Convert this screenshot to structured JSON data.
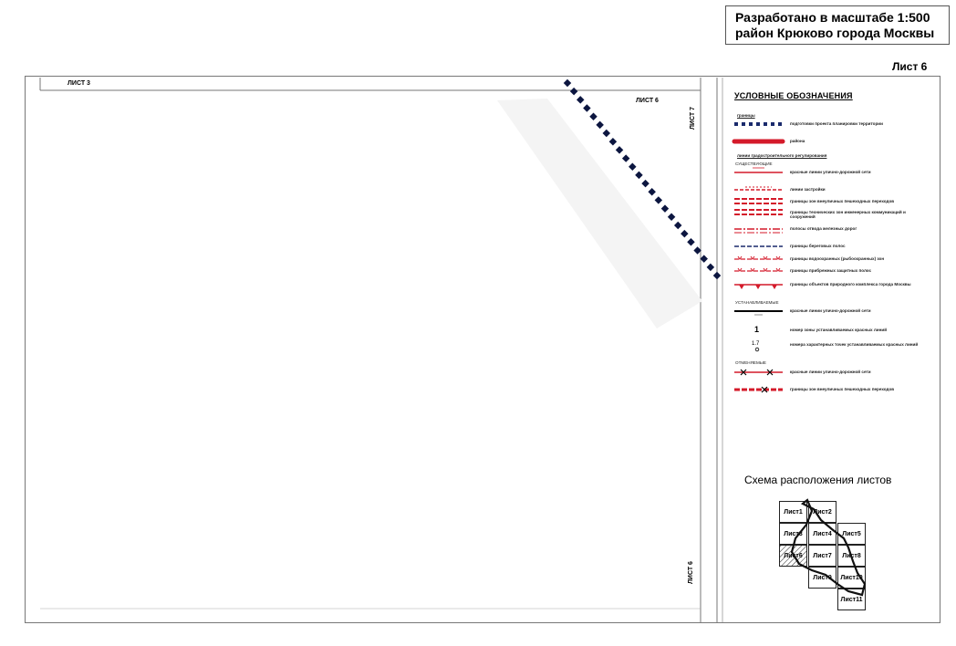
{
  "title": {
    "line1": "Разработано в масштабе 1:500",
    "line2": "район Крюково города Москвы"
  },
  "sheet_label": "Лист 6",
  "map": {
    "sheet_refs": {
      "top_left": "ЛИСТ 3",
      "top_right": "ЛИСТ 6",
      "right_top": "ЛИСТ 7",
      "right_bottom": "ЛИСТ 6"
    }
  },
  "legend": {
    "title": "УСЛОВНЫЕ ОБОЗНАЧЕНИЯ",
    "section_borders": "границы",
    "items": [
      {
        "key": "survey-boundary",
        "label": "подготовки проекта планировки территории",
        "color": "#1a2a6c",
        "style": "dotted-blue"
      },
      {
        "key": "district",
        "label": "района",
        "color": "#d41a2a",
        "style": "thick-red"
      },
      {
        "key": "section_regulation",
        "label": "линии градостроительного регулирования",
        "style": "header"
      },
      {
        "key": "existing_caption",
        "label": "СУЩЕСТВУЮЩИЕ",
        "style": "caption"
      },
      {
        "key": "red-lines",
        "label": "красные линии улично-дорожной сети",
        "color": "#d41a2a",
        "style": "red-line"
      },
      {
        "key": "building-lines",
        "label": "линии застройки",
        "color": "#d41a2a",
        "style": "dash-red"
      },
      {
        "key": "underground-zone",
        "label": "границы зон внеуличных пешеходных переходов",
        "color": "#d41a2a",
        "style": "hatch-red"
      },
      {
        "key": "technical-zone",
        "label": "границы технических зон инженерных коммуникаций и сооружений",
        "color": "#d41a2a",
        "style": "hatch-red2"
      },
      {
        "key": "railway-strip",
        "label": "полосы отвода железных дорог",
        "color": "#d41a2a",
        "style": "dash-dot-red"
      },
      {
        "key": "shore-strip",
        "label": "границы береговых полос",
        "color": "#1a2a6c",
        "style": "dash-blue"
      },
      {
        "key": "water-zone",
        "label": "границы водоохранных (рыбоохранных) зон",
        "color": "#d41a2a",
        "style": "dash-tick-red"
      },
      {
        "key": "protect-strip",
        "label": "границы прибрежных защитных полос",
        "color": "#d41a2a",
        "style": "dash-star-red"
      },
      {
        "key": "nature-objects",
        "label": "границы объектов природного комплекса города Москвы",
        "color": "#d41a2a",
        "style": "triangle-red"
      },
      {
        "key": "established_caption",
        "label": "УСТАНАВЛИВАЕМЫЕ",
        "style": "caption"
      },
      {
        "key": "red-lines-new",
        "label": "красные линии улично-дорожной сети",
        "color": "#000000",
        "style": "black-line"
      },
      {
        "key": "zone-number",
        "label": "номер зоны устанавливаемых красных линий",
        "symbol": "1",
        "style": "number"
      },
      {
        "key": "char-points",
        "label": "номера характерных точек устанавливаемых красных линий",
        "symbol": "1.7",
        "style": "point"
      },
      {
        "key": "cancelled_caption",
        "label": "ОТМЕНЯЕМЫЕ",
        "style": "caption"
      },
      {
        "key": "red-lines-cancel",
        "label": "красные линии улично-дорожной сети",
        "color": "#d41a2a",
        "style": "cancel-red"
      },
      {
        "key": "underground-cancel",
        "label": "границы зон внеуличных пешеходных переходов",
        "color": "#d41a2a",
        "style": "hatch-cancel"
      }
    ]
  },
  "schema": {
    "title": "Схема расположения листов",
    "cells": [
      {
        "label": "Лист1"
      },
      {
        "label": "Лист2"
      },
      {
        "label": "Лист3"
      },
      {
        "label": "Лист4"
      },
      {
        "label": "Лист5"
      },
      {
        "label": "Лист6"
      },
      {
        "label": "Лист7"
      },
      {
        "label": "Лист8"
      },
      {
        "label": "Лист9"
      },
      {
        "label": "Лист10"
      },
      {
        "label": "Лист11"
      }
    ]
  }
}
